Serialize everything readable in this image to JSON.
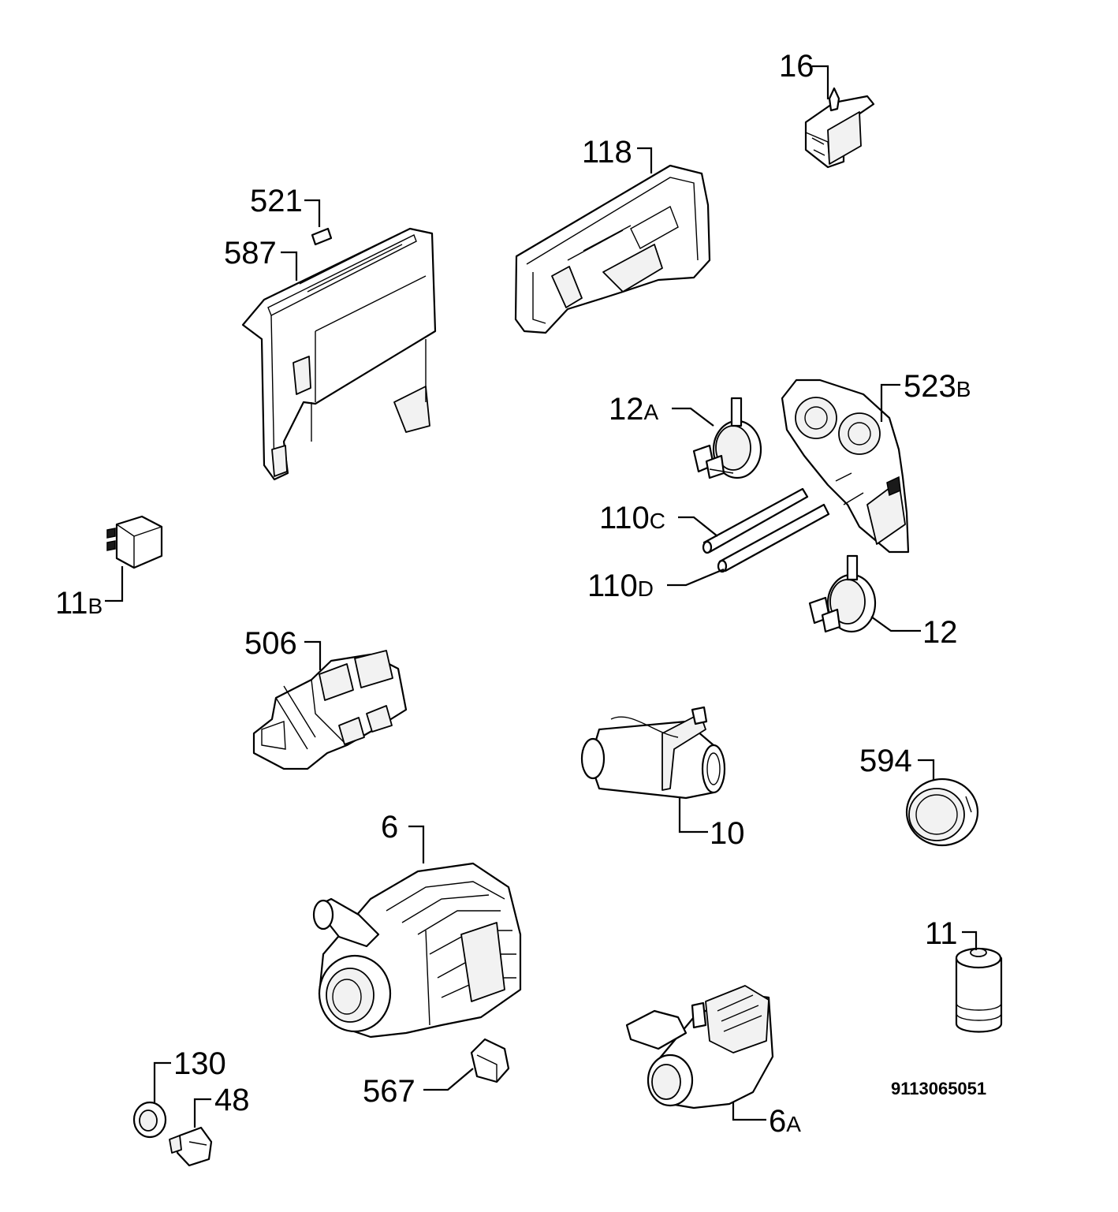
{
  "diagram": {
    "drawing_number": "9113065051",
    "callouts": {
      "p16": {
        "num": "16",
        "suffix": ""
      },
      "p118": {
        "num": "118",
        "suffix": ""
      },
      "p521": {
        "num": "521",
        "suffix": ""
      },
      "p587": {
        "num": "587",
        "suffix": ""
      },
      "p523b": {
        "num": "523",
        "suffix": "B"
      },
      "p12a": {
        "num": "12",
        "suffix": "A"
      },
      "p110c": {
        "num": "110",
        "suffix": "C"
      },
      "p110d": {
        "num": "110",
        "suffix": "D"
      },
      "p11b": {
        "num": "11",
        "suffix": "B"
      },
      "p12": {
        "num": "12",
        "suffix": ""
      },
      "p506": {
        "num": "506",
        "suffix": ""
      },
      "p594": {
        "num": "594",
        "suffix": ""
      },
      "p10": {
        "num": "10",
        "suffix": ""
      },
      "p6": {
        "num": "6",
        "suffix": ""
      },
      "p11": {
        "num": "11",
        "suffix": ""
      },
      "p130": {
        "num": "130",
        "suffix": ""
      },
      "p48": {
        "num": "48",
        "suffix": ""
      },
      "p567": {
        "num": "567",
        "suffix": ""
      },
      "p6a": {
        "num": "6",
        "suffix": "A"
      }
    }
  }
}
